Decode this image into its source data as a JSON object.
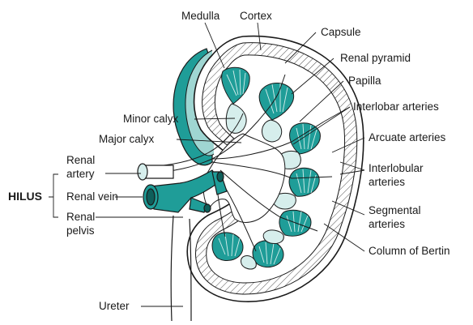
{
  "labels": {
    "medulla": "Medulla",
    "cortex": "Cortex",
    "capsule": "Capsule",
    "renal_pyramid": "Renal pyramid",
    "papilla": "Papilla",
    "minor_calyx": "Minor calyx",
    "major_calyx": "Major calyx",
    "interlobar_arteries": "Interlobar arteries",
    "arcuate_arteries": "Arcuate arteries",
    "interlobular_arteries_1": "Interlobular",
    "interlobular_arteries_2": "arteries",
    "segmental_arteries_1": "Segmental",
    "segmental_arteries_2": "arteries",
    "column_of_bertin": "Column of Bertin",
    "renal_artery_1": "Renal",
    "renal_artery_2": "artery",
    "renal_vein": "Renal vein",
    "renal_pelvis_1": "Renal",
    "renal_pelvis_2": "pelvis",
    "hilus": "HILUS",
    "ureter": "Ureter"
  },
  "colors": {
    "teal": "#1f9d98",
    "teal_light": "#9fd6d2",
    "pale": "#d6eeec",
    "outline": "#1a1a1a"
  }
}
